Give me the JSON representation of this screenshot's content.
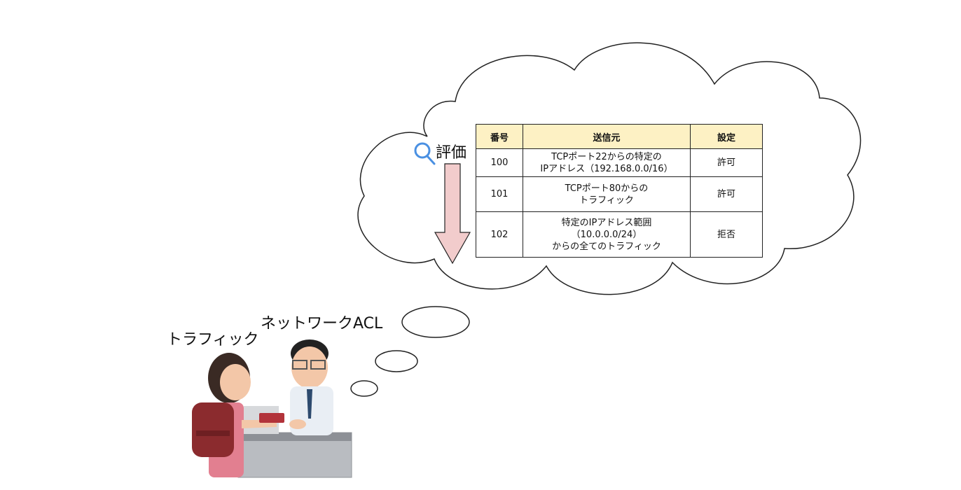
{
  "labels": {
    "traffic": "トラフィック",
    "network_acl": "ネットワークACL",
    "evaluate": "評価"
  },
  "table": {
    "headers": [
      "番号",
      "送信元",
      "設定"
    ],
    "rows": [
      {
        "number": "100",
        "source_lines": [
          "TCPポート22からの特定の",
          "IPアドレス（192.168.0.0/16）"
        ],
        "action": "許可"
      },
      {
        "number": "101",
        "source_lines": [
          "TCPポート80からの",
          "トラフィック"
        ],
        "action": "許可"
      },
      {
        "number": "102",
        "source_lines": [
          "特定のIPアドレス範囲",
          "（10.0.0.0/24）",
          "からの全てのトラフィック"
        ],
        "action": "拒否"
      }
    ]
  },
  "colors": {
    "header_bg": "#fdf1c4",
    "arrow_fill": "#f2cccc",
    "search_icon": "#4a90e2"
  },
  "icons": [
    "search-icon",
    "down-arrow-icon"
  ]
}
